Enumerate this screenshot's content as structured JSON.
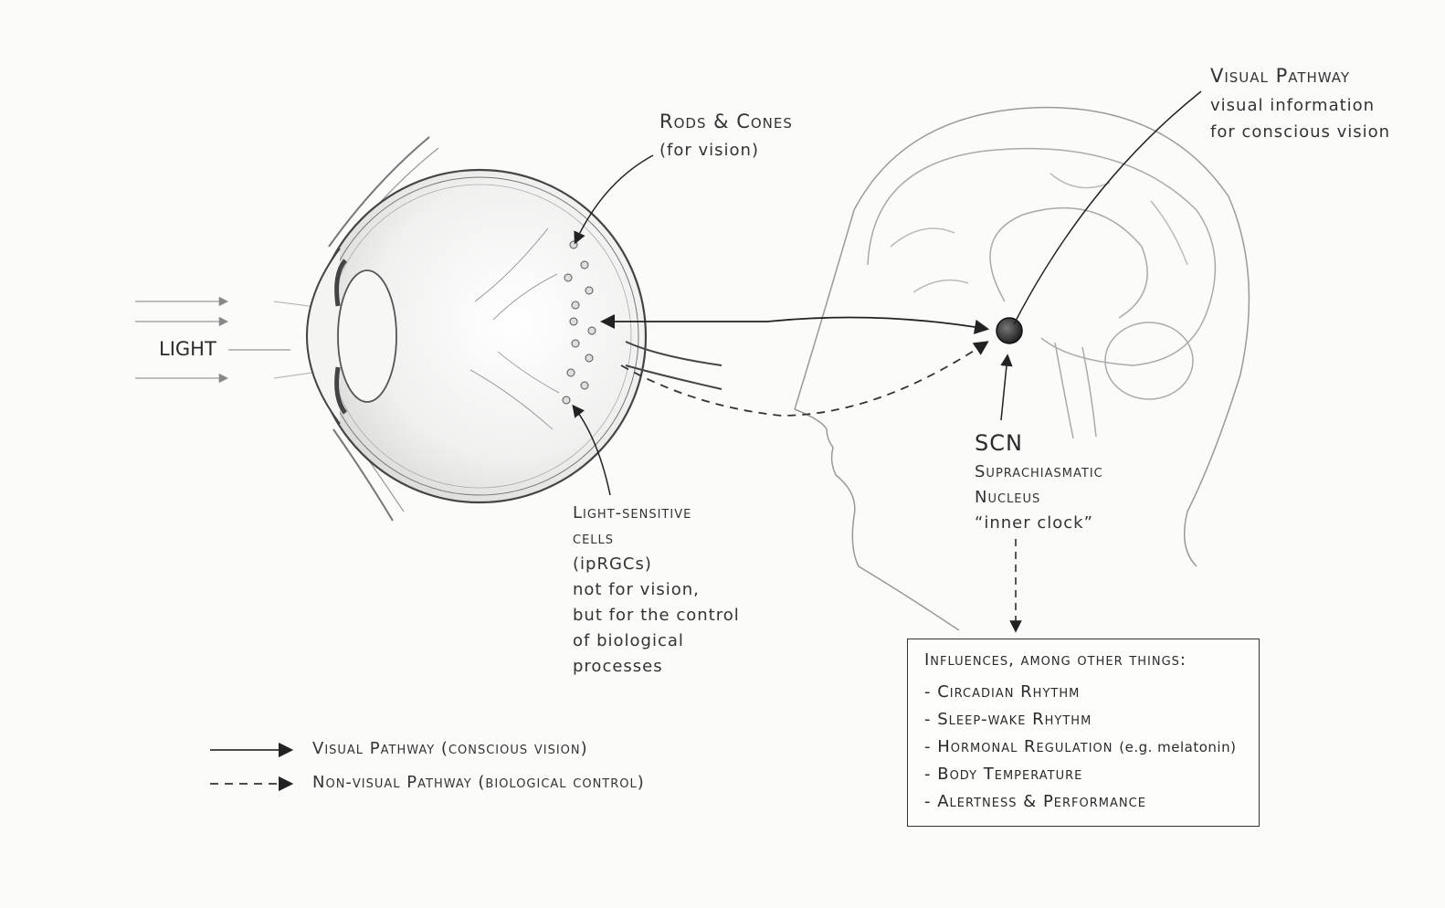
{
  "labels": {
    "light": "LIGHT",
    "rods_title": "Rods & Cones",
    "rods_sub": "(for vision)",
    "visual_title": "Visual Pathway",
    "visual_line1": "visual information",
    "visual_line2": "for conscious vision",
    "cells_line1": "Light-sensitive",
    "cells_line2": "cells",
    "cells_line3": "(ipRGCs)",
    "cells_line4": "not for vision,",
    "cells_line5": "but for the control",
    "cells_line6": "of biological",
    "cells_line7": "processes",
    "scn_title": "SCN",
    "scn_line1": "Suprachiasmatic",
    "scn_line2": "Nucleus",
    "scn_line3": "“inner clock”"
  },
  "influences": {
    "heading": "Influences, among other things:",
    "items": [
      "Circadian Rhythm",
      "Sleep-wake Rhythm",
      "Hormonal Regulation",
      "Body Temperature",
      "Alertness & Performance"
    ],
    "hormonal_note": "(e.g. melatonin)"
  },
  "legend": {
    "visual": "Visual Pathway (conscious vision)",
    "nonvisual": "Non-visual Pathway (biological control)"
  }
}
